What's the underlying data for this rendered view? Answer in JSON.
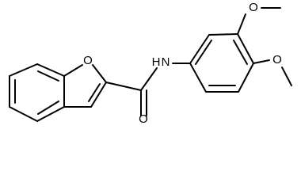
{
  "molecule": {
    "atoms": {
      "oxygen_furan": "O",
      "nitrogen_amide": "N",
      "hydrogen_amide": "H",
      "oxygen_carbonyl": "O",
      "oxygen_methoxy_top": "O",
      "oxygen_methoxy_right": "O"
    }
  }
}
